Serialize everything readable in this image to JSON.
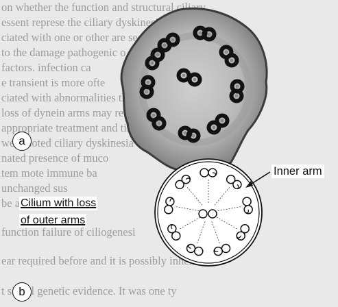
{
  "background_text_lines": [
    "on whether the function and structural ciliary",
    "essent represe  the ciliary dyskinesia",
    "ciated with one or other are secon",
    "to the damage      pathogenic o",
    "factors.      infection ca",
    "e transient     is more ofte",
    "ciated with      abnormalities the",
    "loss of dynein arms may return to norm",
    "appropriate treatment and time.   Nine chil",
    "were noted  ciliary dyskinesia o",
    "nated  presence of muco",
    "tem mote    immune  ba",
    "unchanged     sus",
    "     be a secondary",
    "function  failure of ciliogenesi",
    "ear required before  and it is possibly inherited",
    "t signal genetic evidence. It was one ty"
  ],
  "panel_a": {
    "label": "a"
  },
  "panel_b": {
    "label": "b",
    "caption_line1": "Cilium with loss",
    "caption_line2": "of outer arms",
    "arrow_label": "Inner arm"
  },
  "colors": {
    "ink": "#111111",
    "page": "#e9e9e9",
    "print_text": "#9c9c9c"
  }
}
